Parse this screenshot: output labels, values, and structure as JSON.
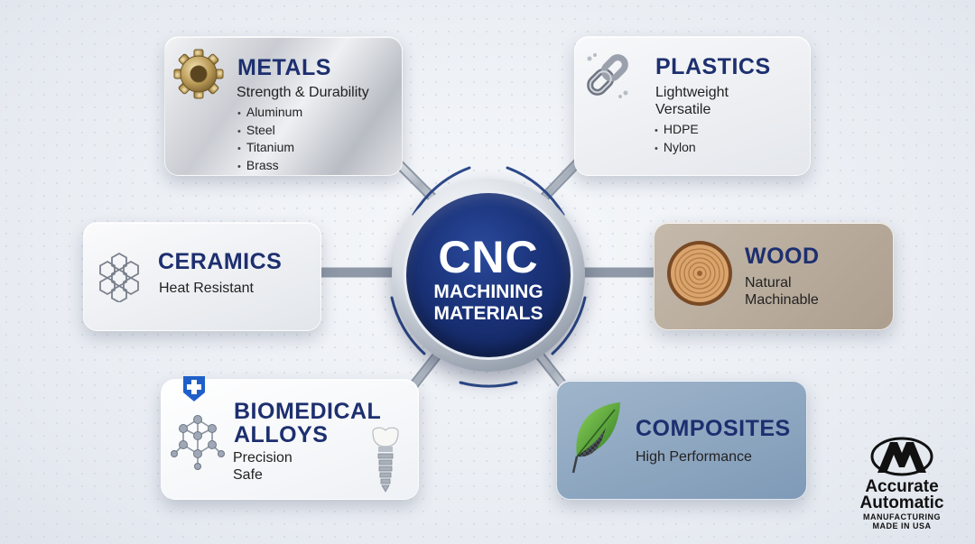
{
  "hub": {
    "line1": "CNC",
    "line2": "MACHINING",
    "line3": "MATERIALS"
  },
  "cards": {
    "metals": {
      "title": "METALS",
      "subtitle": "Strength & Durability",
      "items": [
        "Aluminum",
        "Steel",
        "Titanium",
        "Brass"
      ],
      "icon": "gear-icon"
    },
    "plastics": {
      "title": "PLASTICS",
      "subtitle_lines": [
        "Lightweight",
        "Versatile"
      ],
      "items": [
        "HDPE",
        "Nylon"
      ],
      "icon": "chain-link-icon"
    },
    "ceramics": {
      "title": "CERAMICS",
      "subtitle": "Heat Resistant",
      "icon": "hexagon-lattice-icon"
    },
    "wood": {
      "title": "WOOD",
      "subtitle_lines": [
        "Natural",
        "Machinable"
      ],
      "icon": "wood-slice-icon"
    },
    "biomedical": {
      "title_lines": [
        "BIOMEDICAL",
        "ALLOYS"
      ],
      "subtitle_lines": [
        "Precision",
        "Safe"
      ],
      "icons": [
        "medical-shield-icon",
        "molecule-icon",
        "dental-implant-icon"
      ]
    },
    "composites": {
      "title": "COMPOSITES",
      "subtitle": "High Performance",
      "icon": "carbon-leaf-icon"
    }
  },
  "logo": {
    "line1": "Accurate",
    "line2": "Automatic",
    "line3": "MANUFACTURING",
    "line4": "MADE IN USA"
  },
  "colors": {
    "title_navy": "#1d2f6f",
    "hub_blue": "#1a3278",
    "wood_card": "#b5a897",
    "composites_card": "#8fa7c1"
  }
}
